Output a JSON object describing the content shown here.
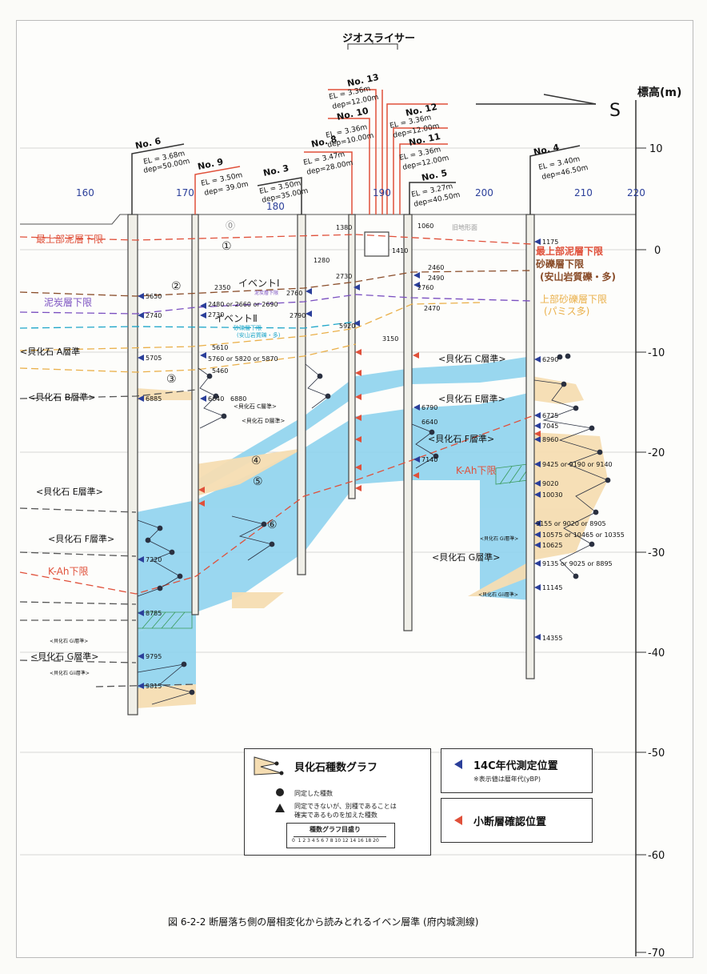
{
  "header": {
    "riser_label": "ジオスライサー",
    "direction": "S"
  },
  "axis": {
    "right_title": "標高(m)",
    "elevation_ticks": [
      "10",
      "0",
      "-10",
      "-20",
      "-30",
      "-40",
      "-50",
      "-60",
      "-70"
    ],
    "distance_ticks": [
      "160",
      "170",
      "180",
      "190",
      "200",
      "210",
      "220"
    ]
  },
  "boreholes": [
    {
      "id": "No. 6",
      "el": "EL = 3.68m",
      "dep": "dep=50.00m",
      "color": "#333333"
    },
    {
      "id": "No. 9",
      "el": "EL = 3.50m",
      "dep": "dep= 39.0m",
      "color": "#e0503a"
    },
    {
      "id": "No. 3",
      "el": "EL = 3.50m",
      "dep": "dep=35.00m",
      "color": "#333333"
    },
    {
      "id": "No. 8",
      "el": "EL = 3.47m",
      "dep": "dep=28.00m",
      "color": "#e0503a"
    },
    {
      "id": "No. 10",
      "el": "EL = 3.36m",
      "dep": "dep=10.00m",
      "color": "#e0503a"
    },
    {
      "id": "No. 13",
      "el": "EL = 3.36m",
      "dep": "dep=12.00m",
      "color": "#e0503a"
    },
    {
      "id": "No. 12",
      "el": "EL = 3.36m",
      "dep": "dep=12.00m",
      "color": "#e0503a"
    },
    {
      "id": "No. 11",
      "el": "EL = 3.36m",
      "dep": "dep=12.00m",
      "color": "#e0503a"
    },
    {
      "id": "No. 5",
      "el": "EL = 3.27m",
      "dep": "dep=40.50m",
      "color": "#333333"
    },
    {
      "id": "No. 4",
      "el": "EL = 3.40m",
      "dep": "dep=46.50m",
      "color": "#333333"
    }
  ],
  "horizon_labels": {
    "top_mud_left": "最上部泥層下限",
    "top_mud_right": "最上部泥層下限",
    "gravel": "砂礫層下限",
    "gravel_note": "(安山岩質礫・多)",
    "upper_sand": "上部砂礫層下限",
    "upper_sand_note": "(パミス多)",
    "peat": "泥炭層下限",
    "event1": "イベントⅠ",
    "event2": "イベントⅡ",
    "event_note1": "泥炭層下限",
    "event_note2": "砂礫層下限",
    "event_note3": "(安山岩質礫・多)",
    "shell_a_left": "<貝化石 A層準",
    "shell_b_left": "<貝化石 B層準>",
    "shell_c": "<貝化石 C層準>",
    "shell_c_small": "<貝化石 C層準>",
    "shell_d_small": "<貝化石 D層準>",
    "shell_e_left": "<貝化石 E層準>",
    "shell_e_right": "<貝化石 E層準>",
    "shell_f_left": "<貝化石 F層準>",
    "shell_f_right": "<貝化石 F層準>",
    "shell_g_left": "<貝化石 G層準>",
    "shell_g_right": "<貝化石 G層準>",
    "shell_gi_left": "<貝化石 Gi層準>",
    "shell_gii_left": "<貝化石 Gii層準>",
    "shell_gi_right": "<貝化石 Gi層準>",
    "shell_gii_right": "<貝化石 Gii層準>",
    "kah_left": "K-Ah下限",
    "kah_right": "K-Ah下限",
    "old_ground": "旧地形面",
    "unit0": "⓪",
    "circled": [
      "①",
      "②",
      "③",
      "④",
      "⑤",
      "⑥"
    ]
  },
  "ages": {
    "no6": [
      "5650",
      "2740",
      "5705",
      "6885",
      "7220",
      "8785",
      "9795",
      "9815"
    ],
    "no9": [
      "2480 or 2660 or 2690",
      "2730",
      "5610",
      "5760 or 5820 or 5870",
      "5460",
      "6640",
      "6880"
    ],
    "no3": [
      "2350",
      "2760",
      "2790",
      "5920"
    ],
    "slicer": [
      "1380",
      "1280",
      "1410",
      "2730",
      "3150"
    ],
    "no5": [
      "1060",
      "2460",
      "2490",
      "2760",
      "2470",
      "6790",
      "6640",
      "7140"
    ],
    "no4": [
      "1175",
      "6290",
      "6725",
      "7045",
      "8960",
      "9425 or 9190 or 9140",
      "9020",
      "10030",
      "9155 or 9020 or 8905",
      "10575 or 10465 or 10355",
      "10625",
      "9135 or 9025 or 8895",
      "11145",
      "14355"
    ]
  },
  "legend": {
    "shell_graph_title": "貝化石種数グラフ",
    "identified": "同定した種数",
    "unidentified_line1": "同定できないが、別種であることは",
    "unidentified_line2": "確実であるものを加えた種数",
    "scale_title": "種数グラフ目盛り",
    "scale_ticks": "0  1 2 3 4 5 6 7 8 10 12 14 16 18 20",
    "c14_title": "14C年代測定位置",
    "c14_note": "※表示値は暦年代(yBP)",
    "fault_title": "小断層確認位置"
  },
  "caption": "図 6-2-2 断層落ち側の層相変化から読みとれるイベン層準 (府内城測線)",
  "colors": {
    "blue_fill": "#8fd3ee",
    "tan_fill": "#f5ddb2",
    "red": "#e0503a",
    "navy": "#2b3f9a",
    "purple": "#7a4fc0",
    "cyan": "#1ea6c9",
    "orange": "#eab04a"
  }
}
